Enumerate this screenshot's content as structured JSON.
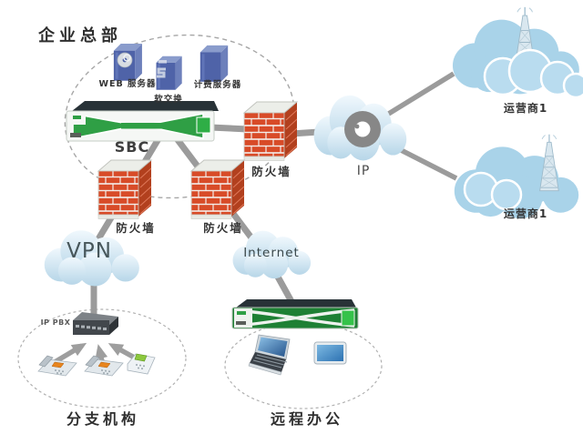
{
  "title": "企业总部",
  "hq": {
    "web_server": "WEB 服务器",
    "softswitch": "软交换",
    "billing_server": "计费服务器",
    "sbc": "SBC"
  },
  "firewalls": {
    "top": "防火墙",
    "left": "防火墙",
    "right": "防火墙"
  },
  "clouds": {
    "ip": "IP",
    "vpn": "VPN",
    "internet": "Internet",
    "carrier_top": "运营商1",
    "carrier_bottom": "运营商1"
  },
  "branch": {
    "ip_pbx": "IP PBX",
    "label": "分支机构"
  },
  "remote": {
    "label": "远程办公"
  },
  "colors": {
    "carrier_cloud": "#a9d3e9",
    "soft_cloud_top": "#f0f8fd",
    "soft_cloud_bottom": "#b7d6e8",
    "brick": "#d84b28",
    "line": "#9b9b9b",
    "server_front": "#4f63a8",
    "sbc_green": "#2f9f45"
  }
}
